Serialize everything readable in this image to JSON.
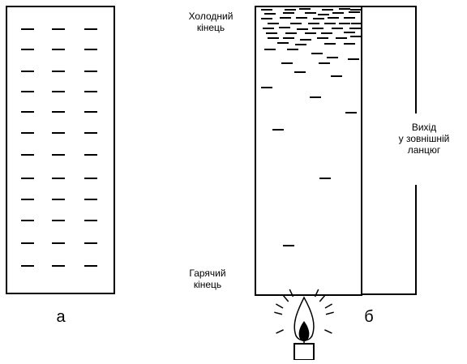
{
  "labels": {
    "panel_a": "а",
    "panel_b": "б",
    "cold_end": "Холодний\nкінець",
    "hot_end": "Гарячий\nкінець",
    "output": "Вихід\nу зовнішній\nланцюг"
  },
  "colors": {
    "stroke": "#000000",
    "flame": "#000000",
    "background": "#ffffff"
  },
  "icons": {
    "heat_source": "candle-icon"
  }
}
